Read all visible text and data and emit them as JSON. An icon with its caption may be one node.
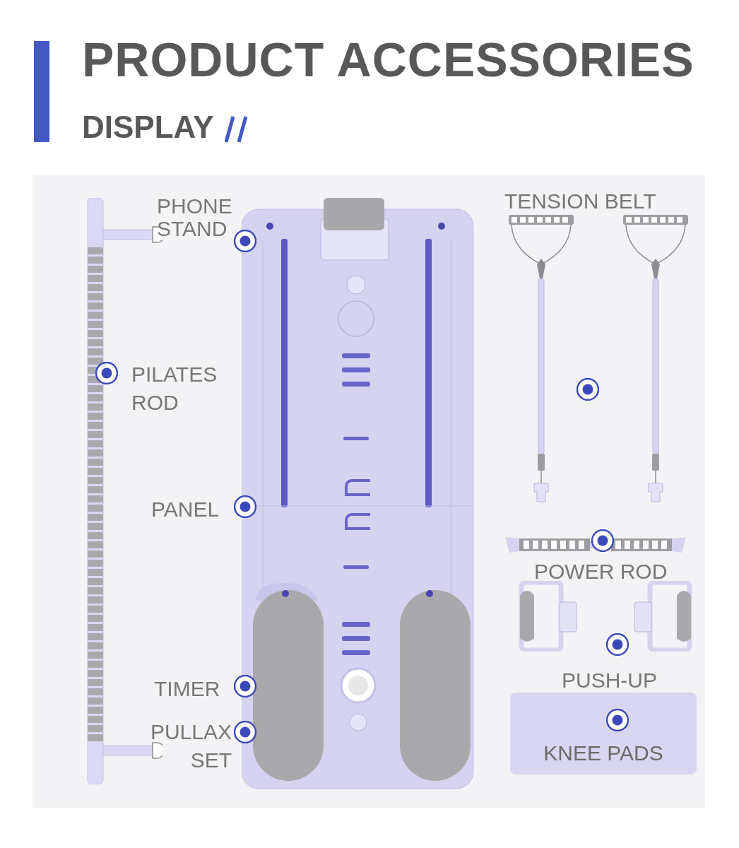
{
  "diagram": {
    "title": "PRODUCT ACCESSORIES",
    "nodes": [
      {
        "text": [
          "KNEE PADS"
        ]
      }
    ],
    "labels": [
      "DISPLAY",
      "PHONE STAND",
      "PILATES ROD",
      "PANEL",
      "TIMER",
      "PULLAX SET",
      "TENSION BELT",
      "POWER ROD",
      "PUSH-UP"
    ]
  }
}
